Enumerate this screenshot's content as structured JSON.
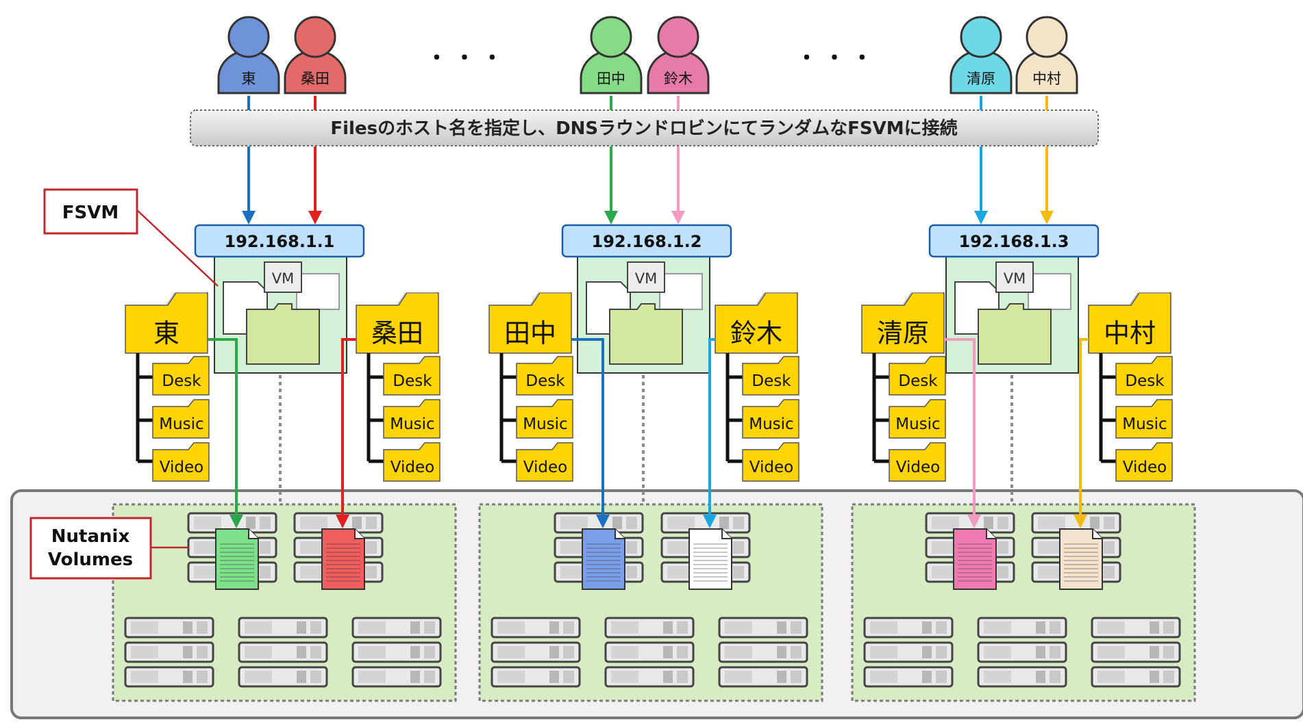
{
  "banner": {
    "text": "Filesのホスト名を指定し、DNSラウンドロビンにてランダムなFSVMに接続"
  },
  "ellipsis": [
    "・ ・ ・",
    "・ ・ ・"
  ],
  "callouts": {
    "fsvm": "FSVM",
    "volumes_line1": "Nutanix",
    "volumes_line2": "Volumes"
  },
  "vm_label": "VM",
  "colors": {
    "user_blue": "#6f93d9",
    "user_red": "#e46a6a",
    "user_green": "#86dc86",
    "user_pink": "#e87aa8",
    "user_cyan": "#6fd8e6",
    "user_beige": "#f3e3c7",
    "arrow_blue": "#1a6fbf",
    "arrow_red": "#e02020",
    "arrow_green": "#2aa84a",
    "arrow_pink": "#f29ac0",
    "arrow_cyan": "#1aa7e0",
    "arrow_yellow": "#f2bb12",
    "folder_yellow": "#ffd400",
    "vm_green": "#d2f1d6",
    "pool_green": "#d8ecc4",
    "ip_blue": "#bfe0fb"
  },
  "fsvms": [
    {
      "ip": "192.168.1.1",
      "users": [
        {
          "name": "東",
          "color": "user_blue",
          "arrow": "arrow_blue"
        },
        {
          "name": "桑田",
          "color": "user_red",
          "arrow": "arrow_red"
        }
      ],
      "shares": [
        {
          "name": "東",
          "subfolders": [
            "Desk",
            "Music",
            "Video"
          ],
          "doc_color": "#7de08a",
          "arrow": "arrow_green"
        },
        {
          "name": "桑田",
          "subfolders": [
            "Desk",
            "Music",
            "Video"
          ],
          "doc_color": "#ef5d5d",
          "arrow": "arrow_red"
        }
      ]
    },
    {
      "ip": "192.168.1.2",
      "users": [
        {
          "name": "田中",
          "color": "user_green",
          "arrow": "arrow_green"
        },
        {
          "name": "鈴木",
          "color": "user_pink",
          "arrow": "arrow_pink"
        }
      ],
      "shares": [
        {
          "name": "田中",
          "subfolders": [
            "Desk",
            "Music",
            "Video"
          ],
          "doc_color": "#7b9ee8",
          "arrow": "arrow_blue"
        },
        {
          "name": "鈴木",
          "subfolders": [
            "Desk",
            "Music",
            "Video"
          ],
          "doc_color": "#ffffff",
          "arrow": "arrow_cyan"
        }
      ]
    },
    {
      "ip": "192.168.1.3",
      "users": [
        {
          "name": "清原",
          "color": "user_cyan",
          "arrow": "arrow_cyan"
        },
        {
          "name": "中村",
          "color": "user_beige",
          "arrow": "arrow_yellow"
        }
      ],
      "shares": [
        {
          "name": "清原",
          "subfolders": [
            "Desk",
            "Music",
            "Video"
          ],
          "doc_color": "#f07bb0",
          "arrow": "arrow_pink"
        },
        {
          "name": "中村",
          "subfolders": [
            "Desk",
            "Music",
            "Video"
          ],
          "doc_color": "#f3e3cf",
          "arrow": "arrow_yellow"
        }
      ]
    }
  ]
}
